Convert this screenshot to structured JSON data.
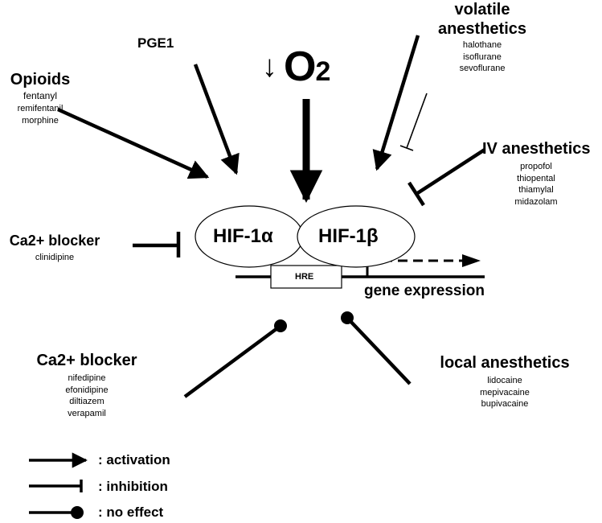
{
  "oxygen": {
    "arrow": "↓",
    "symbol": "O",
    "subscript": "2"
  },
  "complex": {
    "hif1a": "HIF-1α",
    "hif1b": "HIF-1β",
    "hre": "HRE",
    "gene_expression": "gene expression"
  },
  "groups": {
    "pge1": {
      "title": "PGE1"
    },
    "opioids": {
      "title": "Opioids",
      "drugs": [
        "fentanyl",
        "remifentanil",
        "morphine"
      ]
    },
    "volatile": {
      "title_line1": "volatile",
      "title_line2": "anesthetics",
      "drugs": [
        "halothane",
        "isoflurane",
        "sevoflurane"
      ]
    },
    "iv": {
      "title": "IV anesthetics",
      "drugs": [
        "propofol",
        "thiopental",
        "thiamylal",
        "midazolam"
      ]
    },
    "ca_blocker_top": {
      "title": "Ca2+ blocker",
      "drugs": [
        "clinidipine"
      ]
    },
    "ca_blocker_bottom": {
      "title": "Ca2+ blocker",
      "drugs": [
        "nifedipine",
        "efonidipine",
        "diltiazem",
        "verapamil"
      ]
    },
    "local": {
      "title": "local anesthetics",
      "drugs": [
        "lidocaine",
        "mepivacaine",
        "bupivacaine"
      ]
    }
  },
  "legend": {
    "activation": ": activation",
    "inhibition": ": inhibition",
    "no_effect": ": no effect"
  }
}
